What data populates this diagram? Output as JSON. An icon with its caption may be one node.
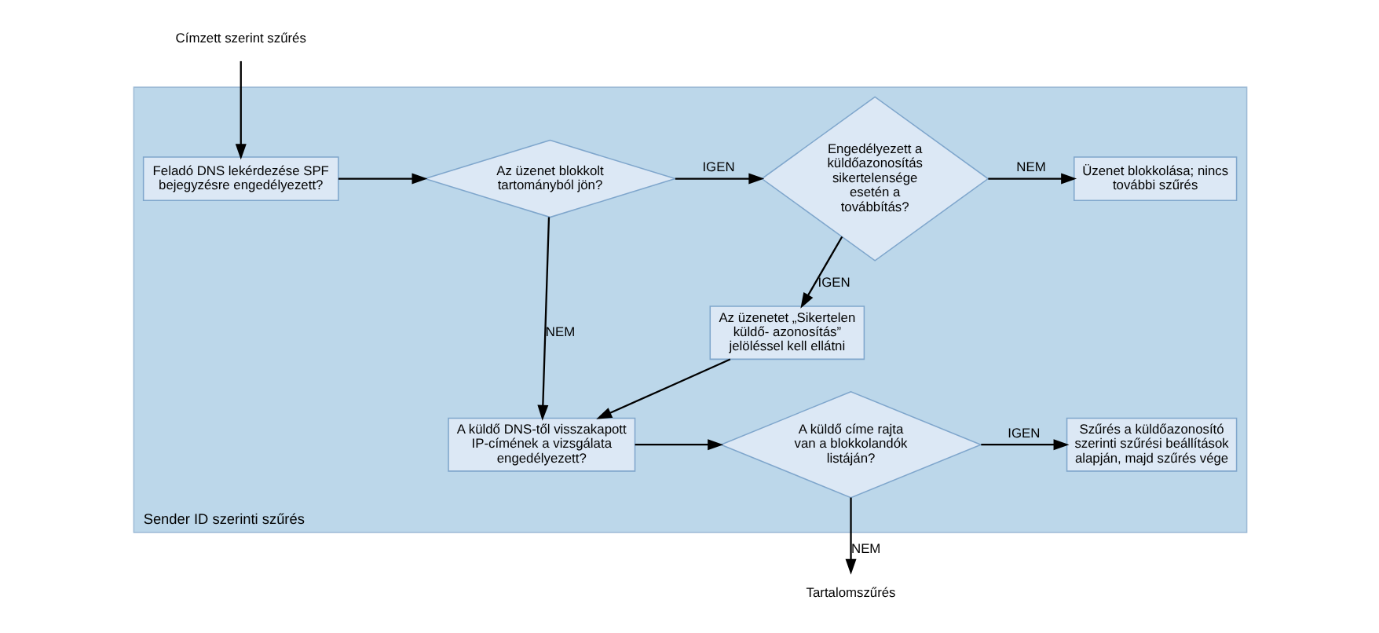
{
  "diagram": {
    "nodes": [
      {
        "text": [
          "Címzett szerint szűrés"
        ]
      },
      {
        "text": [
          "Sender ID szerinti szűrés"
        ]
      },
      {
        "text": [
          "Feladó DNS lekérdezése SPF bejegyzésre engedélyezett?"
        ],
        "in": 1
      },
      {
        "text": [
          "Az üzenet blokkolt tartományból jön?"
        ],
        "in": 1
      },
      {
        "text": [
          "Engedélyezett a küldőazonosítás sikertelensége esetén a továbbítás?"
        ],
        "in": 1
      },
      {
        "text": [
          "Üzenet blokkolása; nincs további szűrés"
        ],
        "in": 1
      },
      {
        "text": [
          "Az üzenetet „Sikertelen küldő- azonosítás” jelöléssel kell ellátni"
        ],
        "in": 1
      },
      {
        "text": [
          "A küldő DNS-től visszakapott IP-címének a vizsgálata engedélyezett?"
        ],
        "in": 1
      },
      {
        "text": [
          "A küldő címe rajta van a blokkolandók listáján?"
        ],
        "in": 1
      },
      {
        "text": [
          "Szűrés a küldőazonosító szerinti szűrési beállítások alapján, majd szűrés vége"
        ],
        "in": 1
      },
      {
        "text": [
          "Tartalomszűrés"
        ]
      }
    ],
    "edges": [
      {
        "from": 0,
        "to": 2,
        "arrow": "to"
      },
      {
        "from": 2,
        "to": 3,
        "arrow": "to"
      },
      {
        "from": 3,
        "to": 4,
        "arrow": "to",
        "label": "IGEN"
      },
      {
        "from": 3,
        "to": 7,
        "arrow": "to",
        "label": "NEM"
      },
      {
        "from": 4,
        "to": 6,
        "arrow": "to",
        "label": "IGEN"
      },
      {
        "from": 4,
        "to": 5,
        "arrow": "to",
        "label": "NEM"
      },
      {
        "from": 6,
        "to": 7,
        "arrow": "to"
      },
      {
        "from": 7,
        "to": 8,
        "arrow": "to"
      },
      {
        "from": 8,
        "to": 9,
        "arrow": "to",
        "label": "IGEN"
      },
      {
        "from": 8,
        "to": 10,
        "arrow": "to",
        "label": "NEM"
      }
    ]
  }
}
